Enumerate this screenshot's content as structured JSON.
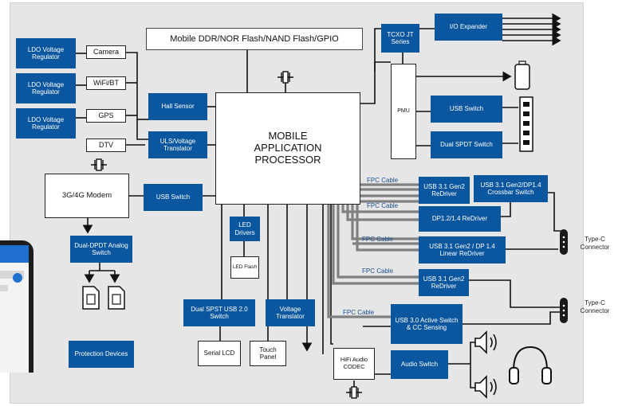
{
  "title": "Mobile DDR/NOR Flash/NAND Flash/GPIO",
  "colors": {
    "block": "#0a57a0",
    "fpc_line": "#808080",
    "wire": "#111111",
    "board": "#e6e6e6"
  },
  "blocks": {
    "ldo1": "LDO Voltage Regulator",
    "ldo2": "LDO Voltage Regulator",
    "ldo3": "LDO Voltage Regulator",
    "camera": "Camera",
    "wifi": "WiFi/BT",
    "gps": "GPS",
    "dtv": "DTV",
    "hall": "Hall Sensor",
    "uls": "ULS/Voltage Translator",
    "processor": "MOBILE APPLICATION PROCESSOR",
    "modem": "3G/4G Modem",
    "usb_switch_left": "USB Switch",
    "dual_dpdt": "Dual-DPDT Analog Switch",
    "led_drivers": "LED Drivers",
    "led_flash": "LED Flash",
    "dual_spst": "Dual SPST USB 2.0 Switch",
    "voltage_translator": "Voltage Translator",
    "serial_lcd": "Serial LCD",
    "touch_panel": "Touch Panel",
    "protection": "Protection Devices",
    "tcxo": "TCXO JT Series",
    "io_expander": "I/O Expander",
    "pmu": "PMU",
    "usb_switch_right": "USB Switch",
    "dual_spdt": "Dual SPDT Switch",
    "redriver_1": "USB 3.1 Gen2 ReDriver",
    "crossbar": "USB 3.1 Gen2/DP1.4 Crossbar Switch",
    "dp_redriver": "DP1.2/1.4 ReDriver",
    "linear_redriver": "USB 3.1 Gen2 / DP 1.4 Linear ReDriver",
    "redriver_2": "USB 3.1 Gen2 ReDriver",
    "usb30_active": "USB 3.0 Active Switch & CC Sensing",
    "audio_switch": "Audio Switch",
    "hifi_codec": "HiFi Audio CODEC"
  },
  "fpc_labels": [
    "FPC Cable",
    "FPC Cable",
    "FPC Cable",
    "FPC Cable",
    "FPC Cable"
  ],
  "connectors": [
    "Type-C Connector",
    "Type-C Connector"
  ],
  "icons": [
    "crystal-icon",
    "sim-card-icon",
    "battery-icon",
    "usb-port-icon",
    "speaker-icon",
    "headphones-icon",
    "type-c-plug-icon",
    "smartphone-icon"
  ]
}
